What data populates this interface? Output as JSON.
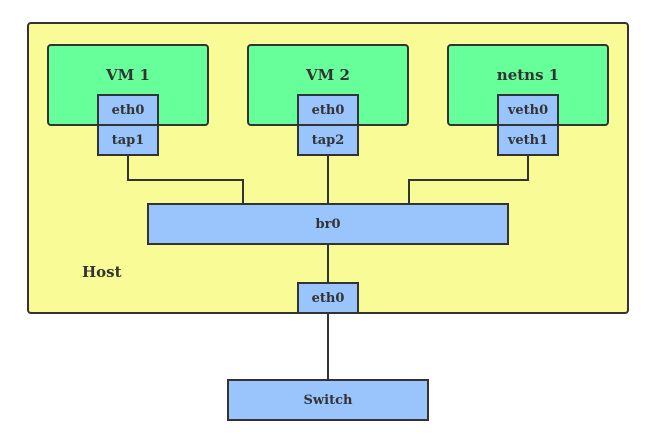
{
  "diagram": {
    "host": {
      "label": "Host"
    },
    "guests": [
      {
        "title": "VM 1",
        "inner_iface": "eth0",
        "host_iface": "tap1"
      },
      {
        "title": "VM 2",
        "inner_iface": "eth0",
        "host_iface": "tap2"
      },
      {
        "title": "netns 1",
        "inner_iface": "veth0",
        "host_iface": "veth1"
      }
    ],
    "bridge": {
      "label": "br0"
    },
    "host_nic": {
      "label": "eth0"
    },
    "switch": {
      "label": "Switch"
    },
    "colors": {
      "host_fill": "#f9fb97",
      "guest_fill": "#66ff99",
      "iface_fill": "#99c4fc",
      "stroke": "#333333"
    }
  }
}
